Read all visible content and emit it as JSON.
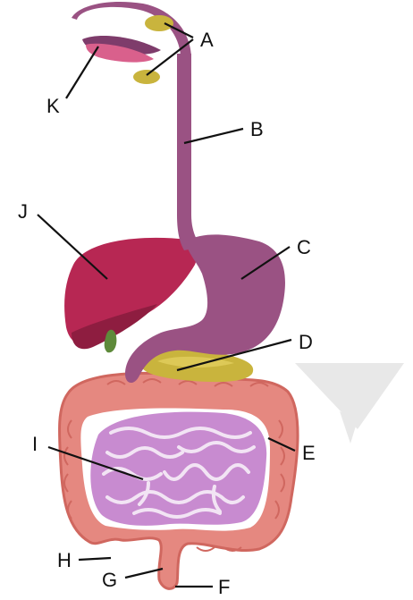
{
  "labels": {
    "A": "A",
    "B": "B",
    "C": "C",
    "D": "D",
    "E": "E",
    "F": "F",
    "G": "G",
    "H": "H",
    "I": "I",
    "J": "J",
    "K": "K"
  },
  "colors": {
    "esophagus_stomach": "#9a5283",
    "esophagus_dark": "#7e3c6b",
    "liver": "#b72753",
    "liver_shadow": "#8e1d40",
    "gland": "#c9b43d",
    "gland_light": "#ddc957",
    "large_intestine": "#e58880",
    "large_intestine_edge": "#d0675f",
    "small_intestine": "#c88bd0",
    "small_intestine_fold": "#f2e4f4",
    "gallbladder": "#5e8a3a",
    "mouth_pink": "#d9608c",
    "background": "#ffffff",
    "label_text": "#111111"
  }
}
